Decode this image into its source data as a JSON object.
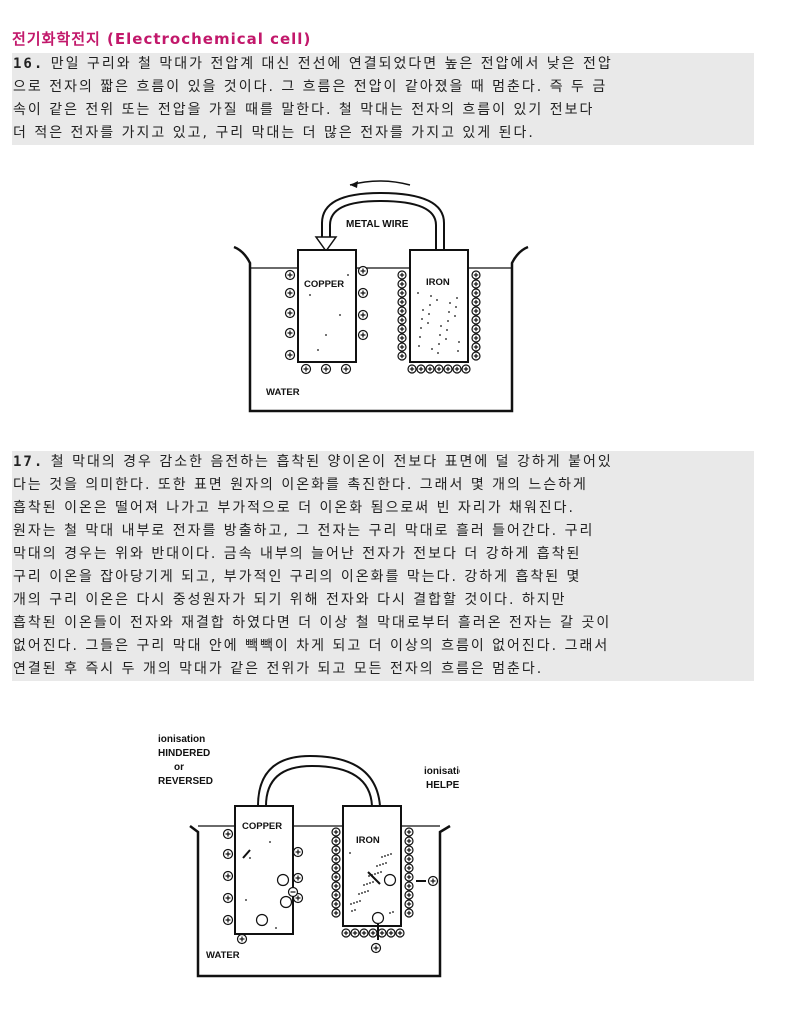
{
  "title": "전기화학전지 (Electrochemical cell)",
  "para16": {
    "number": "16.",
    "lines": [
      "만일 구리와 철 막대가 전압계 대신 전선에 연결되었다면 높은 전압에서 낮은 전압",
      "으로 전자의 짧은 흐름이 있을 것이다. 그 흐름은 전압이 같아졌을 때 멈춘다. 즉 두 금",
      "속이 같은 전위 또는 전압을 가질 때를 말한다. 철 막대는 전자의 흐름이 있기 전보다",
      "더 적은 전자를 가지고 있고, 구리 막대는 더 많은 전자를 가지고 있게 된다."
    ]
  },
  "figure1": {
    "wire_label": "METAL WIRE",
    "left_bar": "COPPER",
    "right_bar": "IRON",
    "medium": "WATER"
  },
  "para17": {
    "number": "17.",
    "lines": [
      "철 막대의 경우 감소한 음전하는 흡착된 양이온이 전보다 표면에 덜 강하게 붙어있",
      "다는 것을 의미한다. 또한 표면 원자의 이온화를 촉진한다. 그래서 몇 개의 느슨하게",
      "흡착된 이온은 떨어져 나가고 부가적으로 더 이온화 됨으로써 빈 자리가 채워진다.",
      "원자는 철 막대 내부로 전자를 방출하고, 그 전자는 구리 막대로 흘러 들어간다. 구리",
      "막대의 경우는 위와 반대이다. 금속 내부의 늘어난 전자가 전보다 더 강하게 흡착된",
      "구리 이온을 잡아당기게 되고, 부가적인 구리의 이온화를 막는다. 강하게 흡착된 몇",
      "개의 구리 이온은 다시 중성원자가 되기 위해 전자와 다시 결합할 것이다. 하지만",
      "흡착된 이온들이 전자와 재결합 하였다면 더 이상 철 막대로부터 흘러온 전자는 갈 곳이",
      "없어진다. 그들은 구리 막대 안에 빽빽이 차게 되고 더 이상의 흐름이 없어진다. 그래서",
      "연결된 후 즉시 두 개의 막대가 같은 전위가 되고 모든 전자의 흐름은 멈춘다."
    ]
  },
  "figure2": {
    "left_note": [
      "ionisation",
      "HINDERED",
      "or",
      "REVERSED"
    ],
    "right_note": [
      "ionisation",
      "HELPED"
    ],
    "left_bar": "COPPER",
    "right_bar": "IRON",
    "medium": "WATER"
  }
}
